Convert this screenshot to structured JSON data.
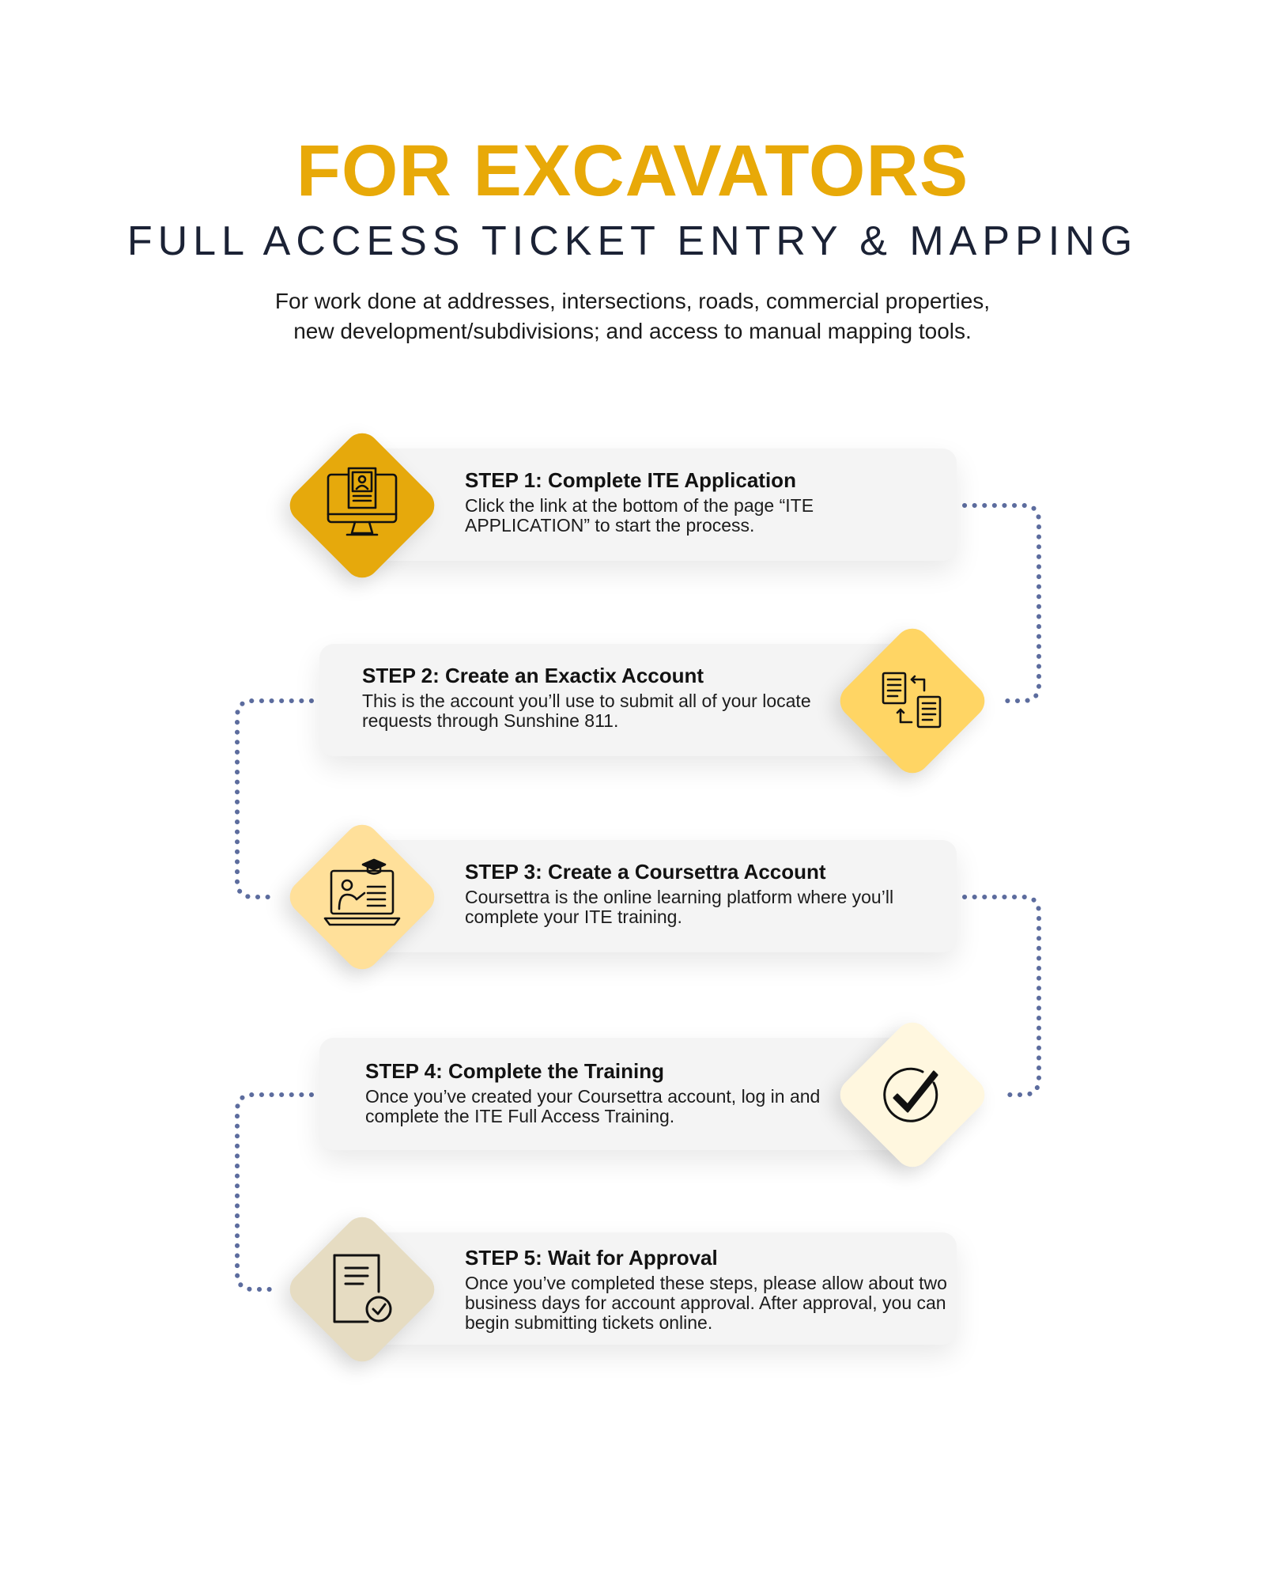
{
  "header": {
    "title": "FOR EXCAVATORS",
    "subtitle": "FULL ACCESS TICKET ENTRY & MAPPING",
    "intro_line_1": "For work done at addresses, intersections, roads, commercial properties,",
    "intro_line_2": "new development/subdivisions; and access to manual mapping tools."
  },
  "steps": [
    {
      "title": "STEP 1: Complete ITE Application",
      "description": "Click the link at the bottom of the page “ITE APPLICATION” to start the process.",
      "icon": "computer-application-icon",
      "color": "#E6A90C"
    },
    {
      "title": "STEP 2: Create an Exactix Account",
      "description": "This is the account you’ll use to submit all of your locate requests through Sunshine 811.",
      "icon": "document-exchange-icon",
      "color": "#FFD564"
    },
    {
      "title": "STEP 3: Create a Coursettra Account",
      "description": "Coursettra is the online learning platform where you’ll complete your ITE training.",
      "icon": "online-learning-icon",
      "color": "#FFE09A"
    },
    {
      "title": "STEP 4: Complete the Training",
      "description": "Once you’ve created your Coursettra account, log in and complete the ITE Full Access Training.",
      "icon": "checkmark-circle-icon",
      "color": "#FFF7DF"
    },
    {
      "title": "STEP 5: Wait for Approval",
      "description": "Once you’ve completed these steps, please allow about two business days for account approval. After approval, you can begin submitting tickets online.",
      "icon": "approved-document-icon",
      "color": "#E6DCC2"
    }
  ],
  "colors": {
    "title": "#E8A908",
    "subtitle": "#1B2235",
    "connector": "#5C6C9E",
    "card": "#F4F4F4"
  }
}
